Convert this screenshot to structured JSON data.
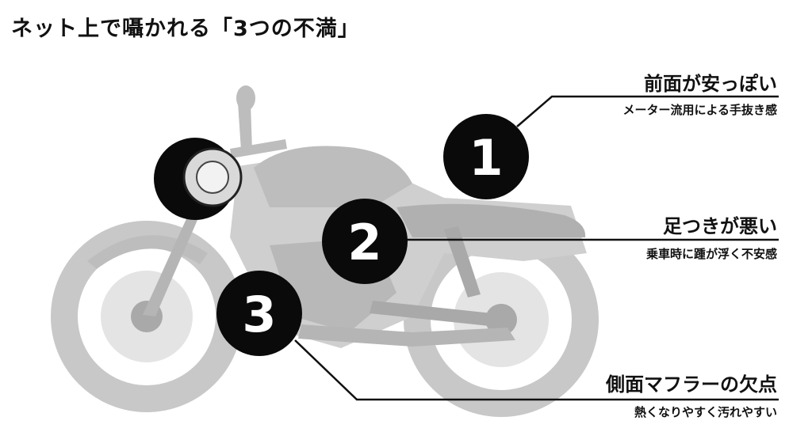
{
  "headline": "ネット上で囁かれる「3つの不満」",
  "points": [
    {
      "number": "1",
      "title": "前面が安っぽい",
      "subtitle": "メーター流用による手抜き感"
    },
    {
      "number": "2",
      "title": "足つきが悪い",
      "subtitle": "乗車時に踵が浮く不安感"
    },
    {
      "number": "3",
      "title": "側面マフラーの欠点",
      "subtitle": "熱くなりやすく汚れやすい"
    }
  ],
  "colors": {
    "bike": "#c8c8c8",
    "bike_dark": "#a9a9a9",
    "marker": "#0a0a0a",
    "line": "#111111"
  }
}
